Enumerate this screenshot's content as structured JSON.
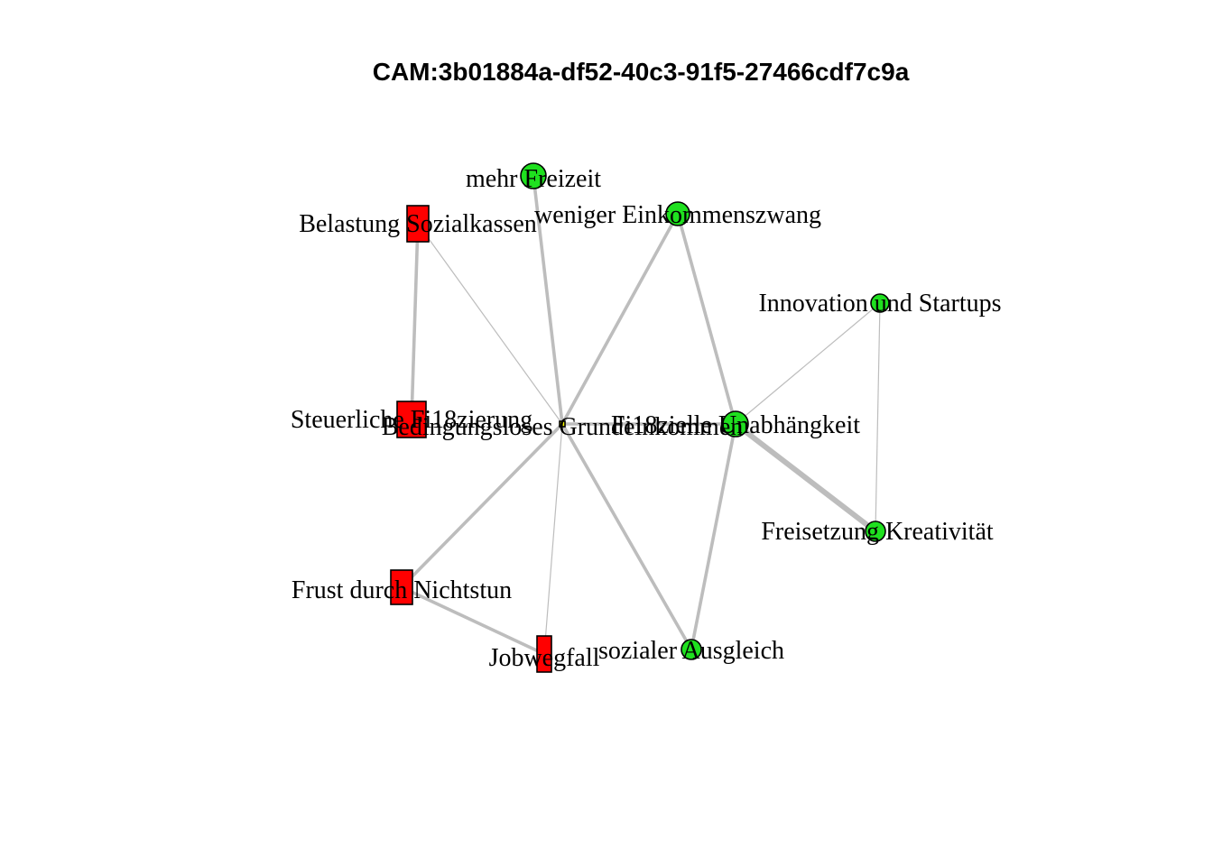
{
  "title": "CAM:3b01884a-df52-40c3-91f5-27466cdf7c9a",
  "colors": {
    "positive": "#1fe01f",
    "negative": "#ff0000",
    "edge": "#bdbdbd",
    "background": "#ffffff"
  },
  "nodes": [
    {
      "id": "bge",
      "label": "Bedingungsloses Grundeinkommen",
      "shape": "point",
      "valence": "neutral"
    },
    {
      "id": "mf",
      "label": "mehr Freizeit",
      "shape": "circle",
      "valence": "positive"
    },
    {
      "id": "wez",
      "label": "weniger Einkommenszwang",
      "shape": "circle",
      "valence": "positive"
    },
    {
      "id": "bs",
      "label": "Belastung Sozialkassen",
      "shape": "rectangle",
      "valence": "negative"
    },
    {
      "id": "ius",
      "label": "Innovation und Startups",
      "shape": "circle",
      "valence": "positive"
    },
    {
      "id": "sf",
      "label": "Steuerliche Fi18zierung",
      "shape": "rectangle",
      "valence": "negative"
    },
    {
      "id": "fu",
      "label": "Fi18zielle Unabhängkeit",
      "shape": "circle",
      "valence": "positive"
    },
    {
      "id": "fk",
      "label": "Freisetzung Kreativität",
      "shape": "circle",
      "valence": "positive"
    },
    {
      "id": "fdn",
      "label": "Frust durch Nichtstun",
      "shape": "rectangle",
      "valence": "negative"
    },
    {
      "id": "sa",
      "label": "sozialer Ausgleich",
      "shape": "circle",
      "valence": "positive"
    },
    {
      "id": "jw",
      "label": "Jobwegfall",
      "shape": "rectangle",
      "valence": "negative"
    }
  ],
  "edges": [
    {
      "from": "bge",
      "to": "mf",
      "weight": 3
    },
    {
      "from": "bge",
      "to": "wez",
      "weight": 3
    },
    {
      "from": "bge",
      "to": "bs",
      "weight": 1
    },
    {
      "from": "bge",
      "to": "fu",
      "weight": 3
    },
    {
      "from": "bge",
      "to": "fdn",
      "weight": 3
    },
    {
      "from": "bge",
      "to": "jw",
      "weight": 1
    },
    {
      "from": "bge",
      "to": "sa",
      "weight": 3
    },
    {
      "from": "bs",
      "to": "sf",
      "weight": 3
    },
    {
      "from": "wez",
      "to": "fu",
      "weight": 3
    },
    {
      "from": "fu",
      "to": "ius",
      "weight": 1
    },
    {
      "from": "fu",
      "to": "fk",
      "weight": 5
    },
    {
      "from": "fu",
      "to": "sa",
      "weight": 3
    },
    {
      "from": "ius",
      "to": "fk",
      "weight": 1
    },
    {
      "from": "fdn",
      "to": "jw",
      "weight": 3
    }
  ]
}
